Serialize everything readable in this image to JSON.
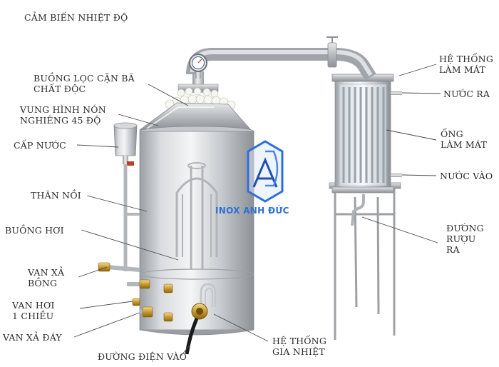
{
  "labels": {
    "top_sensor": "CẢM BIẾN NHIỆT ĐỘ",
    "filter_chamber": "BUỒNG LỌC CẶN BÃ\nCHẤT ĐỘC",
    "cone": "VUNG HÌNH NÓN\nNGHIÊNG 45 ĐỘ",
    "water_supply": "CẤP NƯỚC",
    "pot_body": "THÂN NỒI",
    "steam_chamber": "BUỒNG HƠI",
    "foam_valve": "VAN XẢ\nBỒNG",
    "one_way_valve": "VAN HƠI\n1 CHIỀU",
    "drain_valve": "VAN XẢ ĐÁY",
    "power_input": "ĐƯỜNG ĐIỆN VÀO",
    "heating_system": "HỆ THỐNG\nGIA NHIỆT",
    "cooling_system": "HỆ THỐNG\nLÀM MÁT",
    "water_out": "NƯỚC RA",
    "cooling_tube": "ỐNG\nLÀM MÁT",
    "water_in": "NƯỚC VÀO",
    "alcohol_line": "ĐƯỜNG\nRƯỢU\nRA"
  },
  "logo": {
    "text": "INOX ANH ĐỨC",
    "color": "#2e6fd8"
  }
}
